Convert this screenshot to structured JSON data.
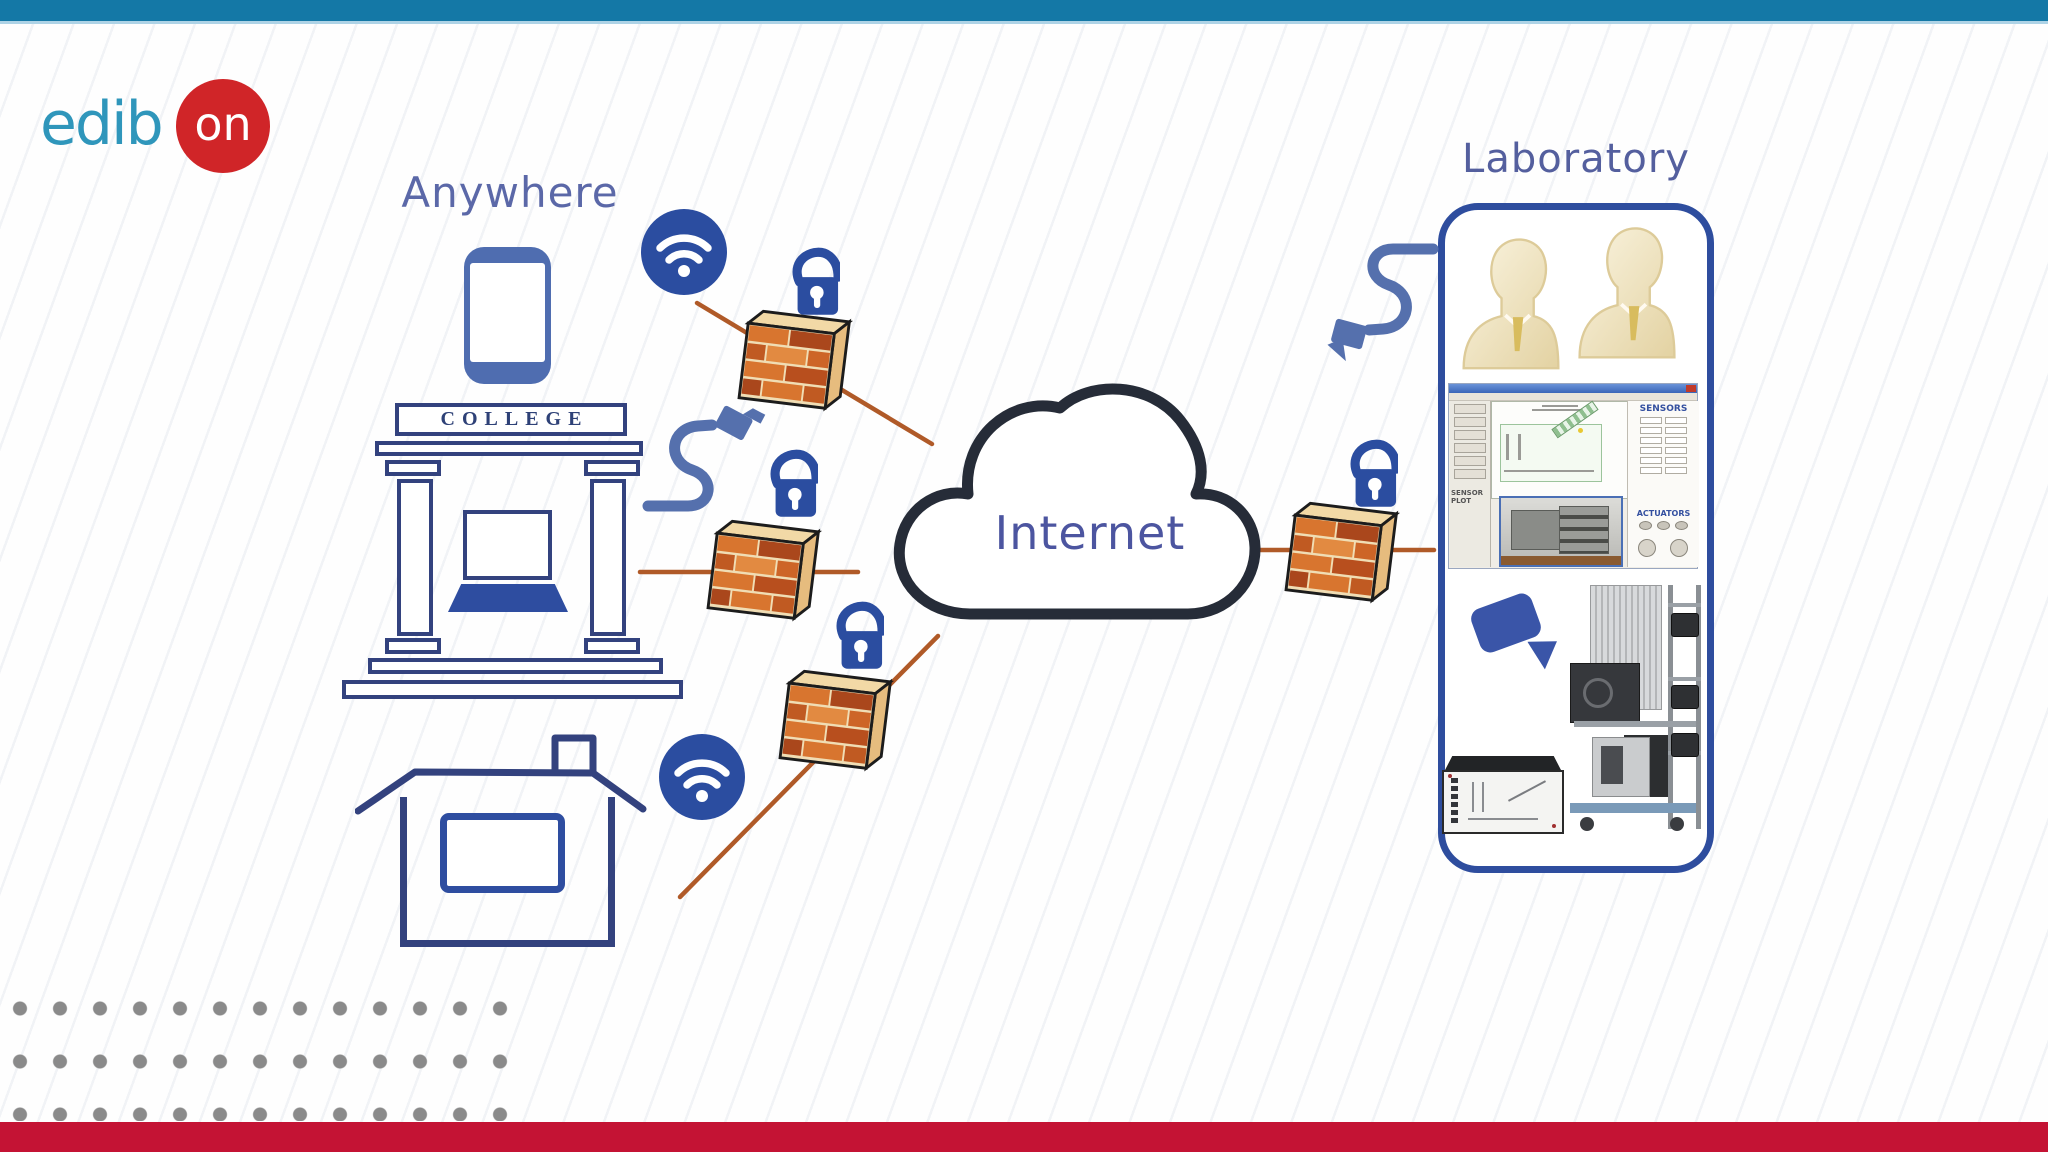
{
  "logo": {
    "part1": "edib",
    "part2": "on",
    "teal": "#2f96bb",
    "red": "#d02528"
  },
  "labels": {
    "anywhere": "Anywhere",
    "college": "COLLEGE",
    "internet": "Internet",
    "laboratory": "Laboratory"
  },
  "scada": {
    "sensors_label": "SENSORS",
    "actuators_label": "ACTUATORS",
    "sensor_plot_label": "SENSOR PLOT"
  },
  "icons": {
    "wifi": "wifi-icon",
    "open_padlock": "open-padlock-icon",
    "firewall": "firewall-brick-wall-icon",
    "ethernet_cable": "ethernet-cable-icon",
    "smartphone": "smartphone-icon",
    "college_building": "college-building-icon",
    "house": "house-icon",
    "internet_cloud": "internet-cloud-icon",
    "video_camera": "video-camera-icon",
    "instructor_busts": "instructor-busts-icon"
  },
  "colors": {
    "top_bar": "#1478a6",
    "bottom_bar": "#c41334",
    "icon_blue": "#2b4da0",
    "outline_blue": "#33427e",
    "cable_blue": "#5570ad",
    "label_blue": "#5b68a8",
    "internet_text": "#4c55a0",
    "cloud_outline": "#262c38",
    "connection_line": "#b05a28",
    "brick_orange": "#d8752f",
    "lab_border": "#2e4d9e",
    "dots_gray": "#8a8a8a"
  }
}
